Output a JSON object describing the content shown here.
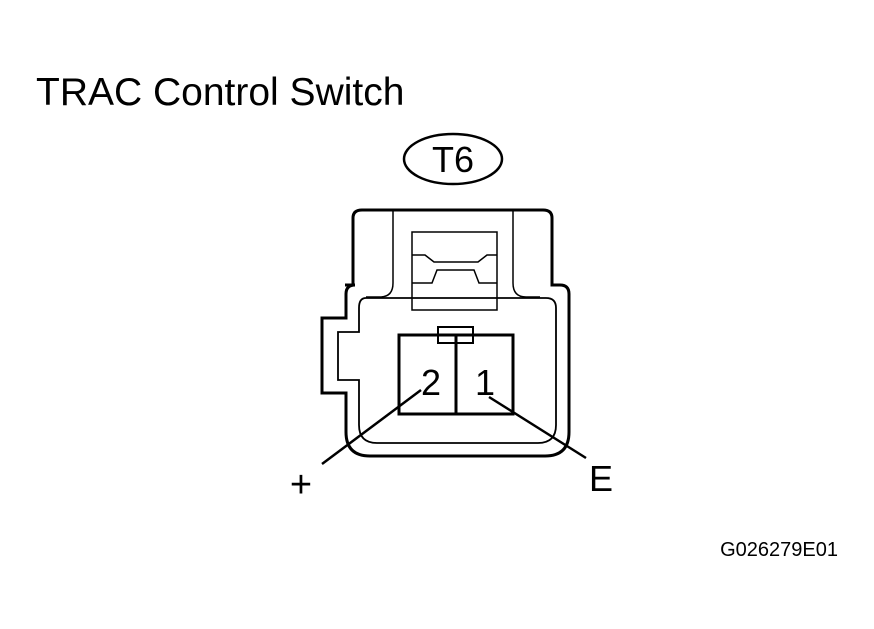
{
  "title": "TRAC Control Switch",
  "connector": {
    "id": "T6",
    "pins": [
      {
        "number": "2",
        "label": "+"
      },
      {
        "number": "1",
        "label": "E"
      }
    ]
  },
  "figure_code": "G026279E01",
  "colors": {
    "line": "#000000",
    "background": "#ffffff"
  }
}
